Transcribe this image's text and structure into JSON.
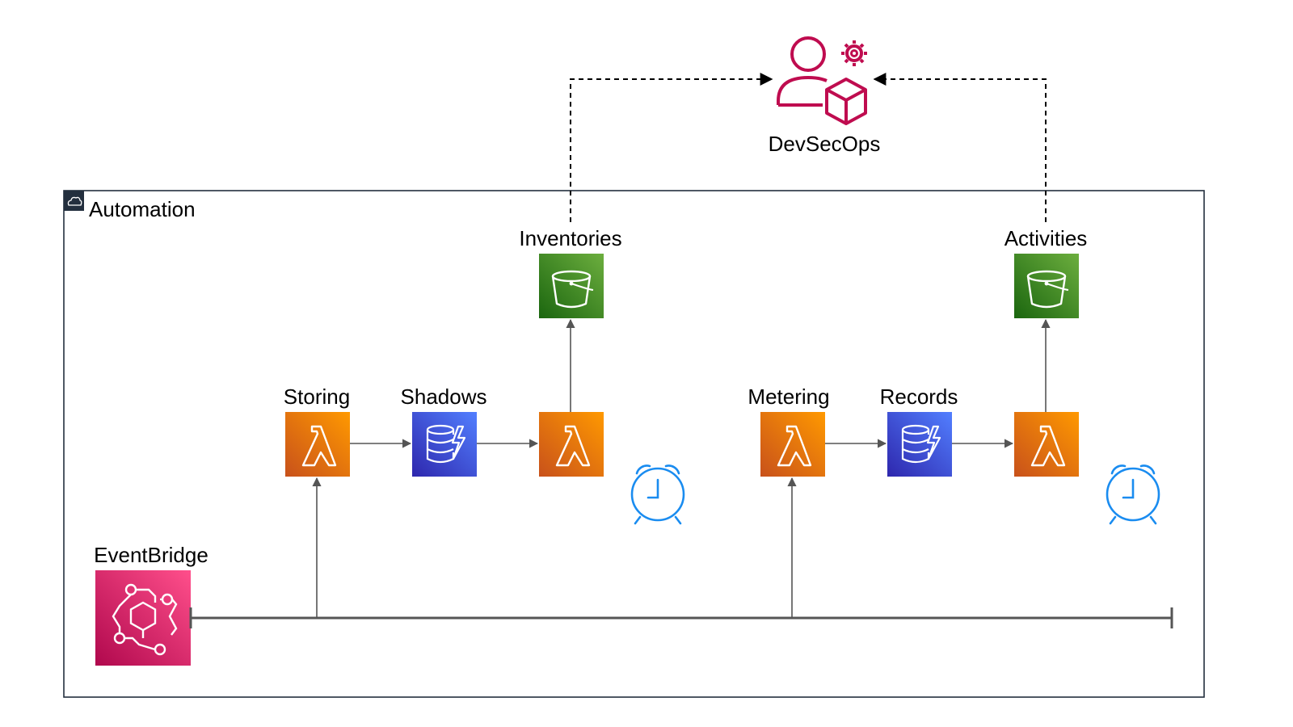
{
  "group": {
    "label": "Automation",
    "icon": "cloud-icon"
  },
  "persona": {
    "label": "DevSecOps",
    "icon": "user-gear-cube-icon",
    "color": "#bf0c4f"
  },
  "buckets": [
    {
      "label": "Inventories",
      "icon": "s3-bucket-icon"
    },
    {
      "label": "Activities",
      "icon": "s3-bucket-icon"
    }
  ],
  "lambdas": [
    {
      "label": "Storing",
      "icon": "lambda-icon"
    },
    {
      "label": "",
      "icon": "lambda-icon"
    },
    {
      "label": "Metering",
      "icon": "lambda-icon"
    },
    {
      "label": "",
      "icon": "lambda-icon"
    }
  ],
  "tables": [
    {
      "label": "Shadows",
      "icon": "dynamodb-icon"
    },
    {
      "label": "Records",
      "icon": "dynamodb-icon"
    }
  ],
  "timers": [
    {
      "icon": "alarm-clock-icon"
    },
    {
      "icon": "alarm-clock-icon"
    }
  ],
  "eventbus": {
    "label": "EventBridge",
    "icon": "eventbridge-icon"
  },
  "colors": {
    "lambda": "#e8760e",
    "s3": "#3f8624",
    "dynamodb": "#3f48cc",
    "eventbridge": "#e7157b",
    "clock": "#1a8cf0",
    "line": "#555555"
  }
}
